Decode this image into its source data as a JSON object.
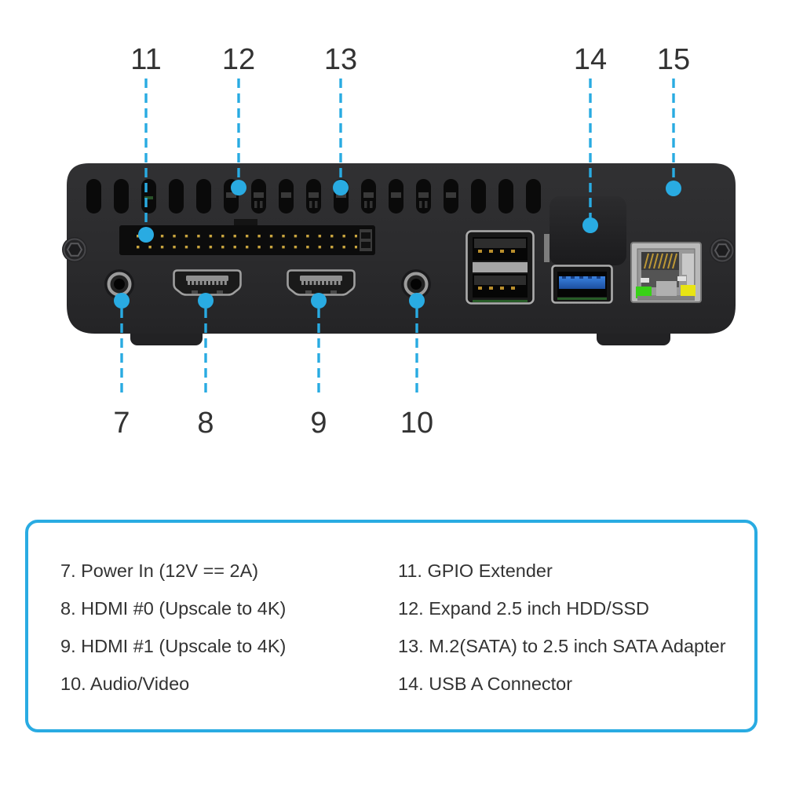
{
  "colors": {
    "accent": "#29abe2",
    "text": "#333333",
    "led_green": "#38d117",
    "led_yellow": "#e8e414",
    "usb3_blue": "#2e76d8"
  },
  "callouts": {
    "top": [
      "11",
      "12",
      "13",
      "14",
      "15"
    ],
    "bottom": [
      "7",
      "8",
      "9",
      "10"
    ]
  },
  "legend": {
    "left": [
      "7. Power In (12V == 2A)",
      "8. HDMI #0 (Upscale to 4K)",
      "9. HDMI #1 (Upscale to 4K)",
      "10. Audio/Video"
    ],
    "right": [
      "11. GPIO Extender",
      "12. Expand 2.5 inch HDD/SSD",
      "13. M.2(SATA) to 2.5 inch SATA Adapter",
      "14. USB A Connector"
    ]
  }
}
